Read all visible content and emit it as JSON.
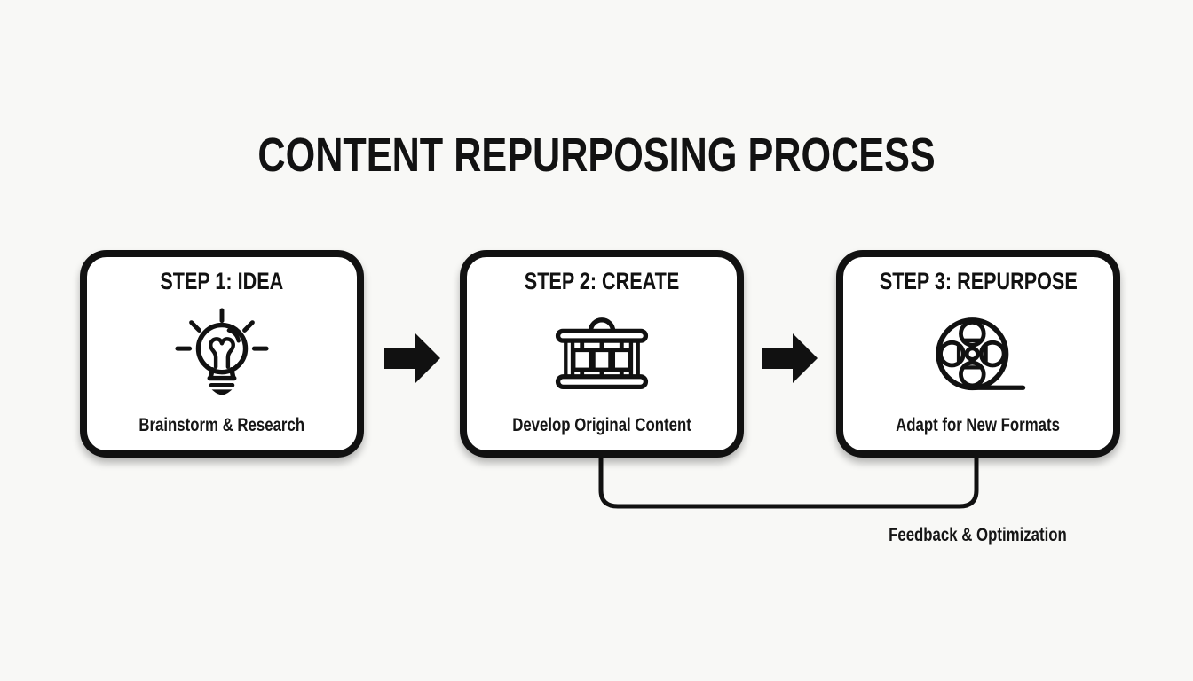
{
  "title": "CONTENT REPURPOSING PROCESS",
  "steps": [
    {
      "title": "STEP 1: IDEA",
      "subtitle": "Brainstorm & Research",
      "icon": "lightbulb-icon"
    },
    {
      "title": "STEP 2: CREATE",
      "subtitle": "Develop Original Content",
      "icon": "printing-press-icon"
    },
    {
      "title": "STEP 3: REPURPOSE",
      "subtitle": "Adapt for New Formats",
      "icon": "film-reel-icon"
    }
  ],
  "flow": {
    "arrow_between_step1_step2": "right-arrow",
    "arrow_between_step2_step3": "right-arrow",
    "feedback_loop": {
      "from": "STEP 3: REPURPOSE",
      "to": "STEP 2: CREATE",
      "label": "Feedback & Optimization"
    }
  },
  "colors": {
    "ink": "#111111",
    "background": "#f8f8f6",
    "box_fill": "#ffffff"
  }
}
